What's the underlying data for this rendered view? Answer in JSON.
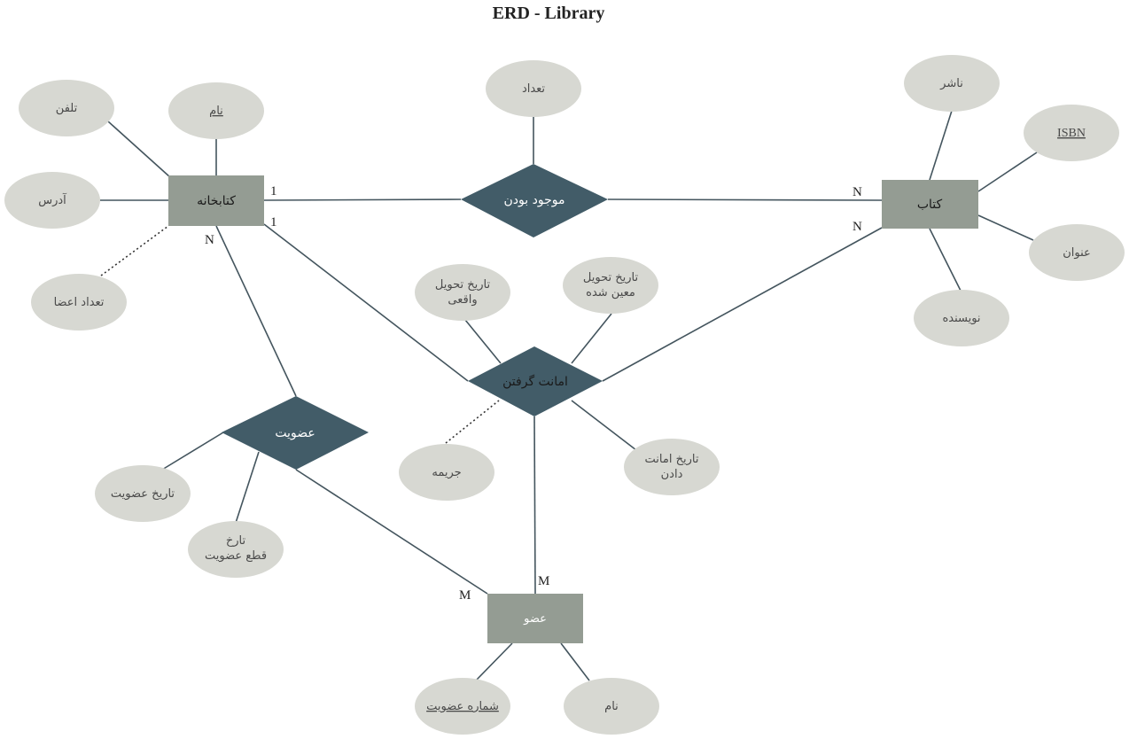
{
  "title": "ERD - Library",
  "entities": {
    "library": "کتابخانه",
    "book": "کتاب",
    "member": "عضو"
  },
  "relationships": {
    "exists": "موجود بودن",
    "borrow": "امانت گرفتن",
    "membership": "عضویت"
  },
  "attributes": {
    "library_phone": "تلفن",
    "library_name": "نام",
    "library_address": "آدرس",
    "library_member_count": "تعداد اعضا",
    "exists_count": "تعداد",
    "book_publisher": "ناشر",
    "book_isbn": "ISBN",
    "book_title": "عنوان",
    "book_author": "نویسنده",
    "borrow_actual_return_1": "تاریخ تحویل",
    "borrow_actual_return_2": "واقعی",
    "borrow_due_return_1": "تاریخ تحویل",
    "borrow_due_return_2": "معین شده",
    "borrow_fine": "جریمه",
    "borrow_date_1": "تاریخ امانت",
    "borrow_date_2": "دادن",
    "membership_date": "تاریخ عضویت",
    "membership_end_1": "تارخ",
    "membership_end_2": "قطع عضویت",
    "member_number": "شماره عضویت",
    "member_name": "نام"
  },
  "cardinalities": {
    "library_exists": "1",
    "book_exists": "N",
    "library_borrow": "1",
    "book_borrow": "N",
    "library_membership": "N",
    "member_membership": "M",
    "member_borrow": "M"
  }
}
